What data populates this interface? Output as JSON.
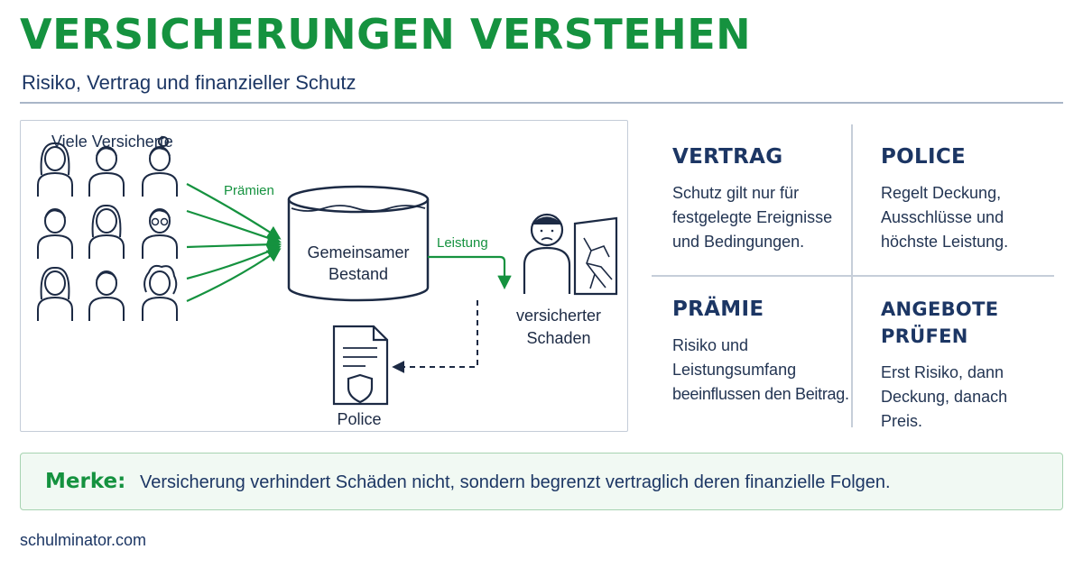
{
  "header": {
    "title": "VERSICHERUNGEN VERSTEHEN",
    "subtitle": "Risiko, Vertrag und finanzieller Schutz"
  },
  "diagram": {
    "insured_label": "Viele Versicherte",
    "premiums_label": "Prämien",
    "pool_label_line1": "Gemeinsamer",
    "pool_label_line2": "Bestand",
    "benefit_label": "Leistung",
    "damage_label_line1": "versicherter",
    "damage_label_line2": "Schaden",
    "policy_label": "Police"
  },
  "cards": [
    {
      "title": "VERTRAG",
      "lines": [
        "Schutz gilt nur für",
        "festgelegte Ereignisse",
        "und Bedingungen."
      ]
    },
    {
      "title": "POLICE",
      "lines": [
        "Regelt Deckung,",
        "Ausschlüsse und",
        "höchste Leistung."
      ]
    },
    {
      "title": "PRÄMIE",
      "lines": [
        "Risiko und",
        "Leistungsumfang",
        "beeinflussen den Beitrag."
      ]
    },
    {
      "title": "ANGEBOTE PRÜFEN",
      "lines": [
        "Erst Risiko, dann",
        "Deckung, danach",
        "Preis."
      ]
    }
  ],
  "note": {
    "label": "Merke:",
    "text": "Versicherung verhindert Schäden nicht, sondern begrenzt vertraglich deren finanzielle Folgen."
  },
  "footer": {
    "source": "schulminator.com"
  },
  "colors": {
    "green": "#15923f",
    "navy": "#1c3664",
    "ink": "#1c2a44",
    "border": "#c4ccd8"
  },
  "icons": [
    "person-icon",
    "damaged-window-icon",
    "policy-document-icon",
    "shield-icon",
    "database-cylinder-icon"
  ]
}
